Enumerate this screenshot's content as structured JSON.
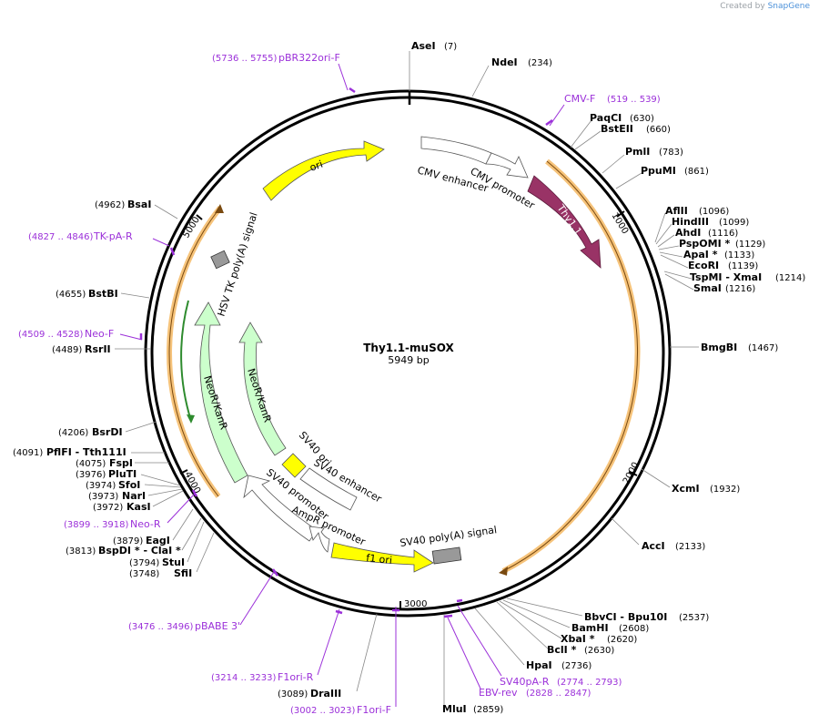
{
  "credit": {
    "text": "Created by",
    "brand": "SnapGene"
  },
  "plasmid": {
    "name": "Thy1.1-muSOX",
    "length_label": "5949 bp"
  },
  "ticks": [
    "1000",
    "2000",
    "3000",
    "4000",
    "5000"
  ],
  "sites": [
    {
      "name": "AseI",
      "pos": "(7)"
    },
    {
      "name": "NdeI",
      "pos": "(234)"
    },
    {
      "name": "PaqCI",
      "pos": "(630)"
    },
    {
      "name": "BstEII",
      "pos": "(660)"
    },
    {
      "name": "PmlI",
      "pos": "(783)"
    },
    {
      "name": "PpuMI",
      "pos": "(861)"
    },
    {
      "name": "AflII",
      "pos": "(1096)"
    },
    {
      "name": "HindIII",
      "pos": "(1099)"
    },
    {
      "name": "AhdI",
      "pos": "(1116)"
    },
    {
      "name": "PspOMI *",
      "pos": "(1129)"
    },
    {
      "name": "ApaI *",
      "pos": "(1133)"
    },
    {
      "name": "EcoRI",
      "pos": "(1139)"
    },
    {
      "name": "TspMI - XmaI",
      "pos": "(1214)"
    },
    {
      "name": "SmaI",
      "pos": "(1216)"
    },
    {
      "name": "BmgBI",
      "pos": "(1467)"
    },
    {
      "name": "XcmI",
      "pos": "(1932)"
    },
    {
      "name": "AccI",
      "pos": "(2133)"
    },
    {
      "name": "BbvCI - Bpu10I",
      "pos": "(2537)"
    },
    {
      "name": "BamHI",
      "pos": "(2608)"
    },
    {
      "name": "XbaI *",
      "pos": "(2620)"
    },
    {
      "name": "BclI *",
      "pos": "(2630)"
    },
    {
      "name": "HpaI",
      "pos": "(2736)"
    },
    {
      "name": "MluI",
      "pos": "(2859)"
    },
    {
      "name": "DraIII",
      "pos": "(3089)"
    },
    {
      "name": "SfiI",
      "pos": "(3748)"
    },
    {
      "name": "StuI",
      "pos": "(3794)"
    },
    {
      "name": "BspDI * - ClaI *",
      "pos": "(3813)"
    },
    {
      "name": "EagI",
      "pos": "(3879)"
    },
    {
      "name": "KasI",
      "pos": "(3972)"
    },
    {
      "name": "NarI",
      "pos": "(3973)"
    },
    {
      "name": "SfoI",
      "pos": "(3974)"
    },
    {
      "name": "PluTI",
      "pos": "(3976)"
    },
    {
      "name": "FspI",
      "pos": "(4075)"
    },
    {
      "name": "PflFI - Tth111I",
      "pos": "(4091)"
    },
    {
      "name": "BsrDI",
      "pos": "(4206)"
    },
    {
      "name": "RsrII",
      "pos": "(4489)"
    },
    {
      "name": "BstBI",
      "pos": "(4655)"
    },
    {
      "name": "BsaI",
      "pos": "(4962)"
    }
  ],
  "primers": [
    {
      "name": "pBR322ori-F",
      "pos": "(5736 .. 5755)"
    },
    {
      "name": "CMV-F",
      "pos": "(519 .. 539)"
    },
    {
      "name": "TK-pA-R",
      "pos": "(4827 .. 4846)"
    },
    {
      "name": "Neo-F",
      "pos": "(4509 .. 4528)"
    },
    {
      "name": "Neo-R",
      "pos": "(3899 .. 3918)"
    },
    {
      "name": "pBABE 3'",
      "pos": "(3476 .. 3496)"
    },
    {
      "name": "F1ori-R",
      "pos": "(3214 .. 3233)"
    },
    {
      "name": "F1ori-F",
      "pos": "(3002 .. 3023)"
    },
    {
      "name": "EBV-rev",
      "pos": "(2828 .. 2847)"
    },
    {
      "name": "SV40pA-R",
      "pos": "(2774 .. 2793)"
    }
  ],
  "features": [
    {
      "name": "ori",
      "color": "#ffff00"
    },
    {
      "name": "CMV enhancer",
      "color": "#ffffff"
    },
    {
      "name": "CMV promoter",
      "color": "#ffffff"
    },
    {
      "name": "Thy1.1",
      "color": "#993366"
    },
    {
      "name": "HSV TK poly(A) signal",
      "color": "#999999"
    },
    {
      "name": "NeoR/KanR",
      "color": "#ccffcc"
    },
    {
      "name": "NeoR/KanR",
      "color": "#ccffcc"
    },
    {
      "name": "SV40 ori",
      "color": "#ffff00"
    },
    {
      "name": "SV40 enhancer",
      "color": "#ffffff"
    },
    {
      "name": "SV40 promoter",
      "color": "#ffffff"
    },
    {
      "name": "AmpR promoter",
      "color": "#ffffff"
    },
    {
      "name": "f1 ori",
      "color": "#ffff00"
    },
    {
      "name": "SV40 poly(A) signal",
      "color": "#999999"
    }
  ],
  "colors": {
    "primer": "#9b30d9",
    "orf": "#f6c37a",
    "orf_arrow": "#7a4a10",
    "neo_inner": "#2e8b2e",
    "backbone": "#000000"
  }
}
